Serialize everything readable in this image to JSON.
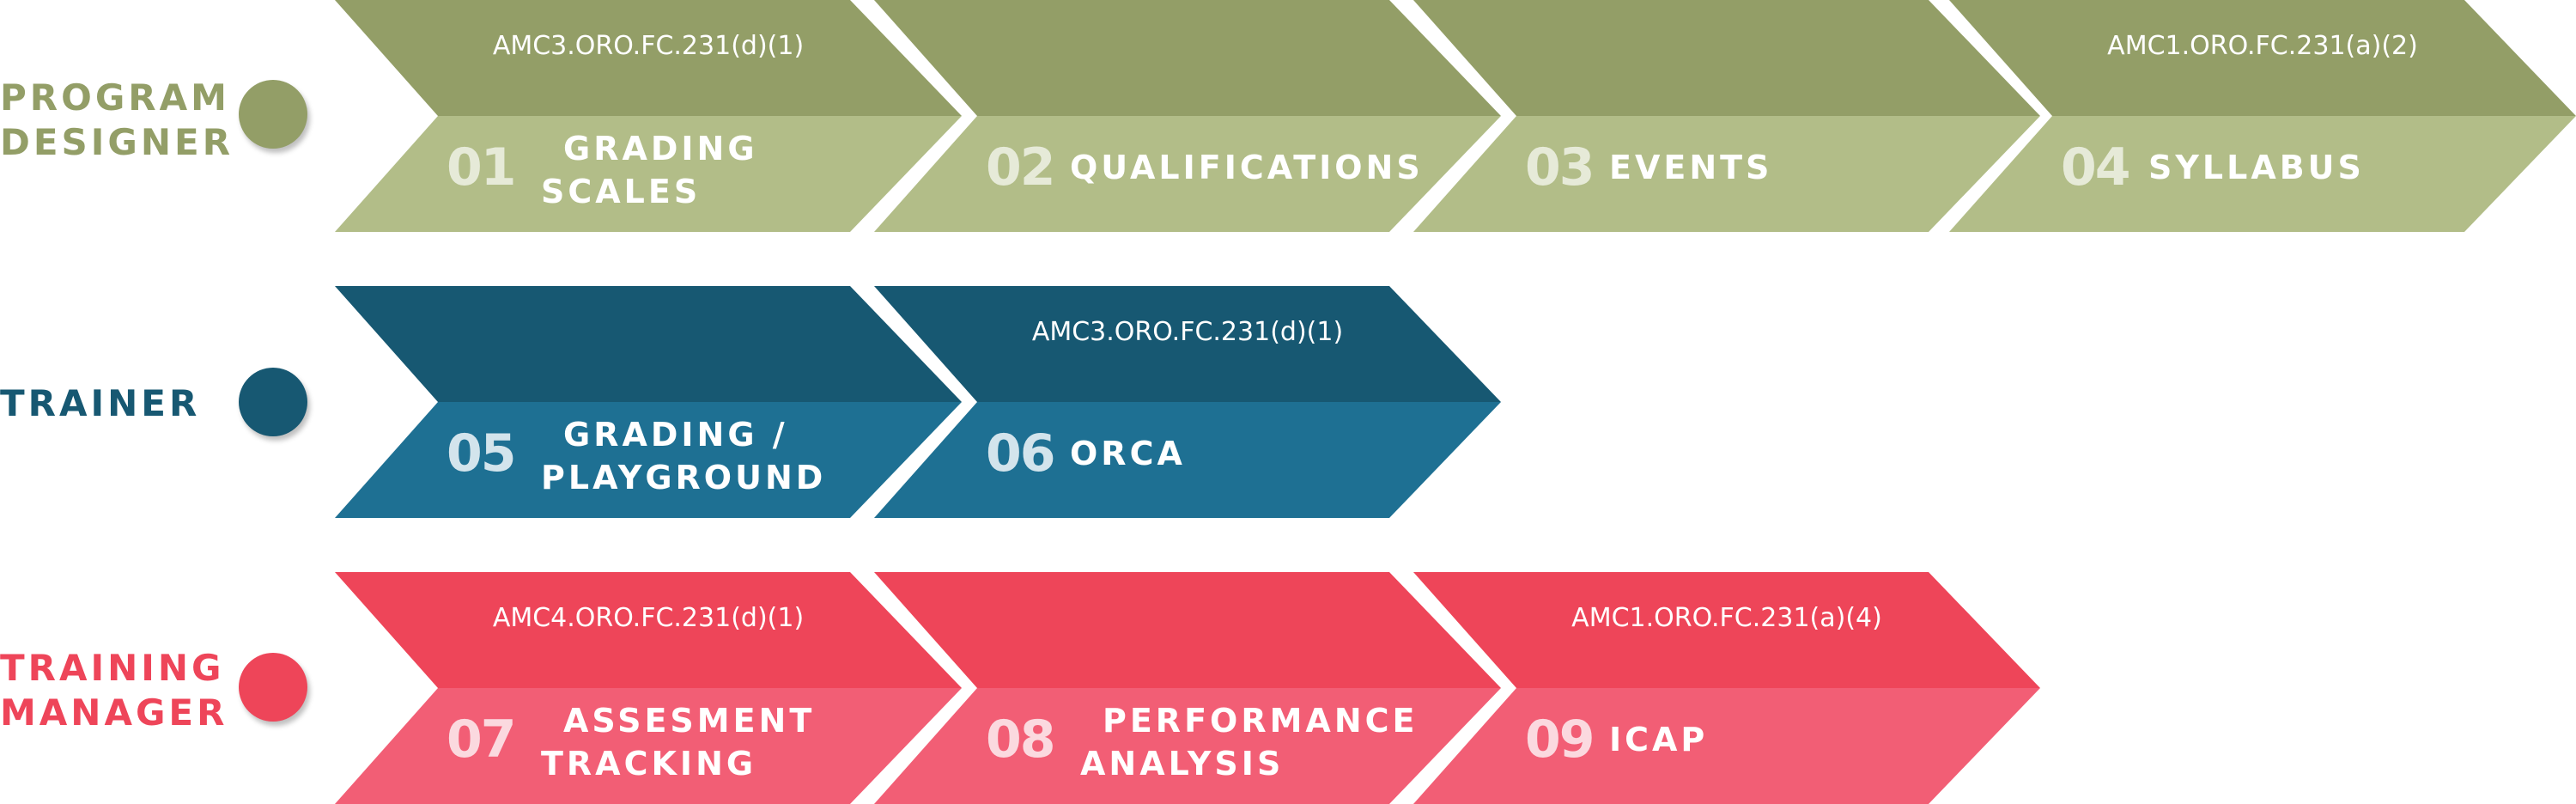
{
  "roles": [
    {
      "lines": [
        "PROGRAM",
        "DESIGNER"
      ],
      "color": "#939e67"
    },
    {
      "lines": [
        "TRAINER"
      ],
      "color": "#175872"
    },
    {
      "lines": [
        "TRAINING",
        "MANAGER"
      ],
      "color": "#ee4559"
    }
  ],
  "palettes": {
    "designer": {
      "top": "#939e67",
      "bottom": "#b2bd88",
      "number": "#e6ead8"
    },
    "trainer": {
      "top": "#175872",
      "bottom": "#1e7093",
      "number": "#d3e4ec"
    },
    "manager": {
      "top": "#ee4559",
      "bottom": "#f25e75",
      "number": "#fbd9df"
    }
  },
  "steps": [
    {
      "number": "01",
      "lines": [
        "GRADING",
        "SCALES"
      ],
      "ref": "AMC3.ORO.FC.231(d)(1)"
    },
    {
      "number": "02",
      "lines": [
        "QUALIFICATIONS"
      ],
      "ref": ""
    },
    {
      "number": "03",
      "lines": [
        "EVENTS"
      ],
      "ref": ""
    },
    {
      "number": "04",
      "lines": [
        "SYLLABUS"
      ],
      "ref": "AMC1.ORO.FC.231(a)(2)"
    },
    {
      "number": "05",
      "lines": [
        "GRADING /",
        "PLAYGROUND"
      ],
      "ref": ""
    },
    {
      "number": "06",
      "lines": [
        "ORCA"
      ],
      "ref": "AMC3.ORO.FC.231(d)(1)"
    },
    {
      "number": "07",
      "lines": [
        "ASSESMENT",
        "TRACKING"
      ],
      "ref": "AMC4.ORO.FC.231(d)(1)"
    },
    {
      "number": "08",
      "lines": [
        "PERFORMANCE",
        "ANALYSIS"
      ],
      "ref": ""
    },
    {
      "number": "09",
      "lines": [
        "ICAP"
      ],
      "ref": "AMC1.ORO.FC.231(a)(4)"
    }
  ]
}
